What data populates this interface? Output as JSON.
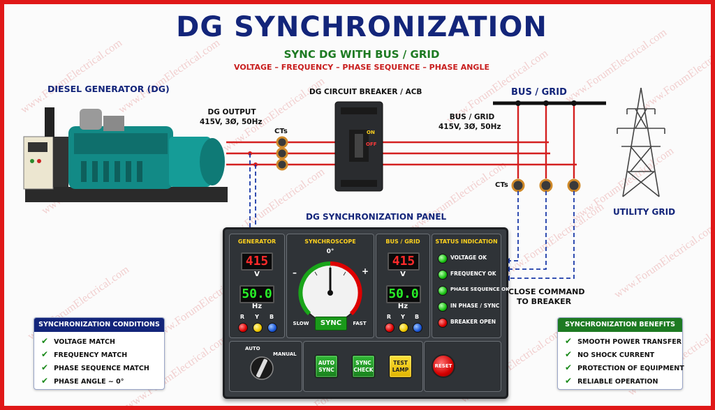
{
  "header": {
    "title": "DG SYNCHRONIZATION",
    "subtitle": "SYNC DG WITH BUS / GRID",
    "tagline": "VOLTAGE – FREQUENCY – PHASE SEQUENCE – PHASE ANGLE"
  },
  "watermark": "www.ForumElectrical.com",
  "diagram": {
    "dg_label": "DIESEL GENERATOR (DG)",
    "dg_output_title": "DG OUTPUT",
    "dg_output_spec": "415V, 3Ø, 50Hz",
    "cts_left": "CTs",
    "acb_label": "DG CIRCUIT BREAKER / ACB",
    "acb_on": "ON",
    "acb_off": "OFF",
    "bus_label": "BUS / GRID",
    "bus_spec_title": "BUS / GRID",
    "bus_spec": "415V, 3Ø, 50Hz",
    "cts_right": "CTs",
    "utility_label": "UTILITY GRID",
    "close_command_1": "CLOSE COMMAND",
    "close_command_2": "TO BREAKER"
  },
  "panel": {
    "title": "DG SYNCHRONIZATION PANEL",
    "generator": {
      "title": "GENERATOR",
      "voltage": "415",
      "voltage_unit": "V",
      "frequency": "50.0",
      "frequency_unit": "Hz",
      "phases": [
        "R",
        "Y",
        "B"
      ]
    },
    "synchroscope": {
      "title": "SYNCHROSCOPE",
      "zero": "0°",
      "minus": "–",
      "plus": "+",
      "slow": "SLOW",
      "fast": "FAST",
      "sync": "SYNC",
      "needle_angle_deg": 0
    },
    "bus": {
      "title": "BUS / GRID",
      "voltage": "415",
      "voltage_unit": "V",
      "frequency": "50.0",
      "frequency_unit": "Hz",
      "phases": [
        "R",
        "Y",
        "B"
      ]
    },
    "status": {
      "title": "STATUS INDICATION",
      "items": [
        {
          "label": "VOLTAGE OK",
          "color": "#19c012"
        },
        {
          "label": "FREQUENCY OK",
          "color": "#19c012"
        },
        {
          "label": "PHASE SEQUENCE OK",
          "color": "#19c012"
        },
        {
          "label": "IN PHASE / SYNC",
          "color": "#19c012"
        },
        {
          "label": "BREAKER OPEN",
          "color": "#d00000"
        }
      ]
    },
    "controls": {
      "auto": "AUTO",
      "manual": "MANUAL",
      "buttons": [
        {
          "line1": "AUTO",
          "line2": "SYNC"
        },
        {
          "line1": "SYNC",
          "line2": "CHECK"
        },
        {
          "line1": "TEST",
          "line2": "LAMP"
        }
      ],
      "reset": "RESET"
    }
  },
  "conditions": {
    "title": "SYNCHRONIZATION CONDITIONS",
    "items": [
      "VOLTAGE MATCH",
      "FREQUENCY MATCH",
      "PHASE SEQUENCE MATCH",
      "PHASE ANGLE ~ 0°"
    ],
    "header_color": "#13257a"
  },
  "benefits": {
    "title": "SYNCHRONIZATION BENEFITS",
    "items": [
      "SMOOTH POWER TRANSFER",
      "NO SHOCK CURRENT",
      "PROTECTION OF EQUIPMENT",
      "RELIABLE OPERATION"
    ],
    "header_color": "#1d7a22"
  },
  "colors": {
    "frame": "#e01818",
    "title": "#13257a",
    "wire": "#d42020",
    "control_wire": "#1b3aa8"
  }
}
